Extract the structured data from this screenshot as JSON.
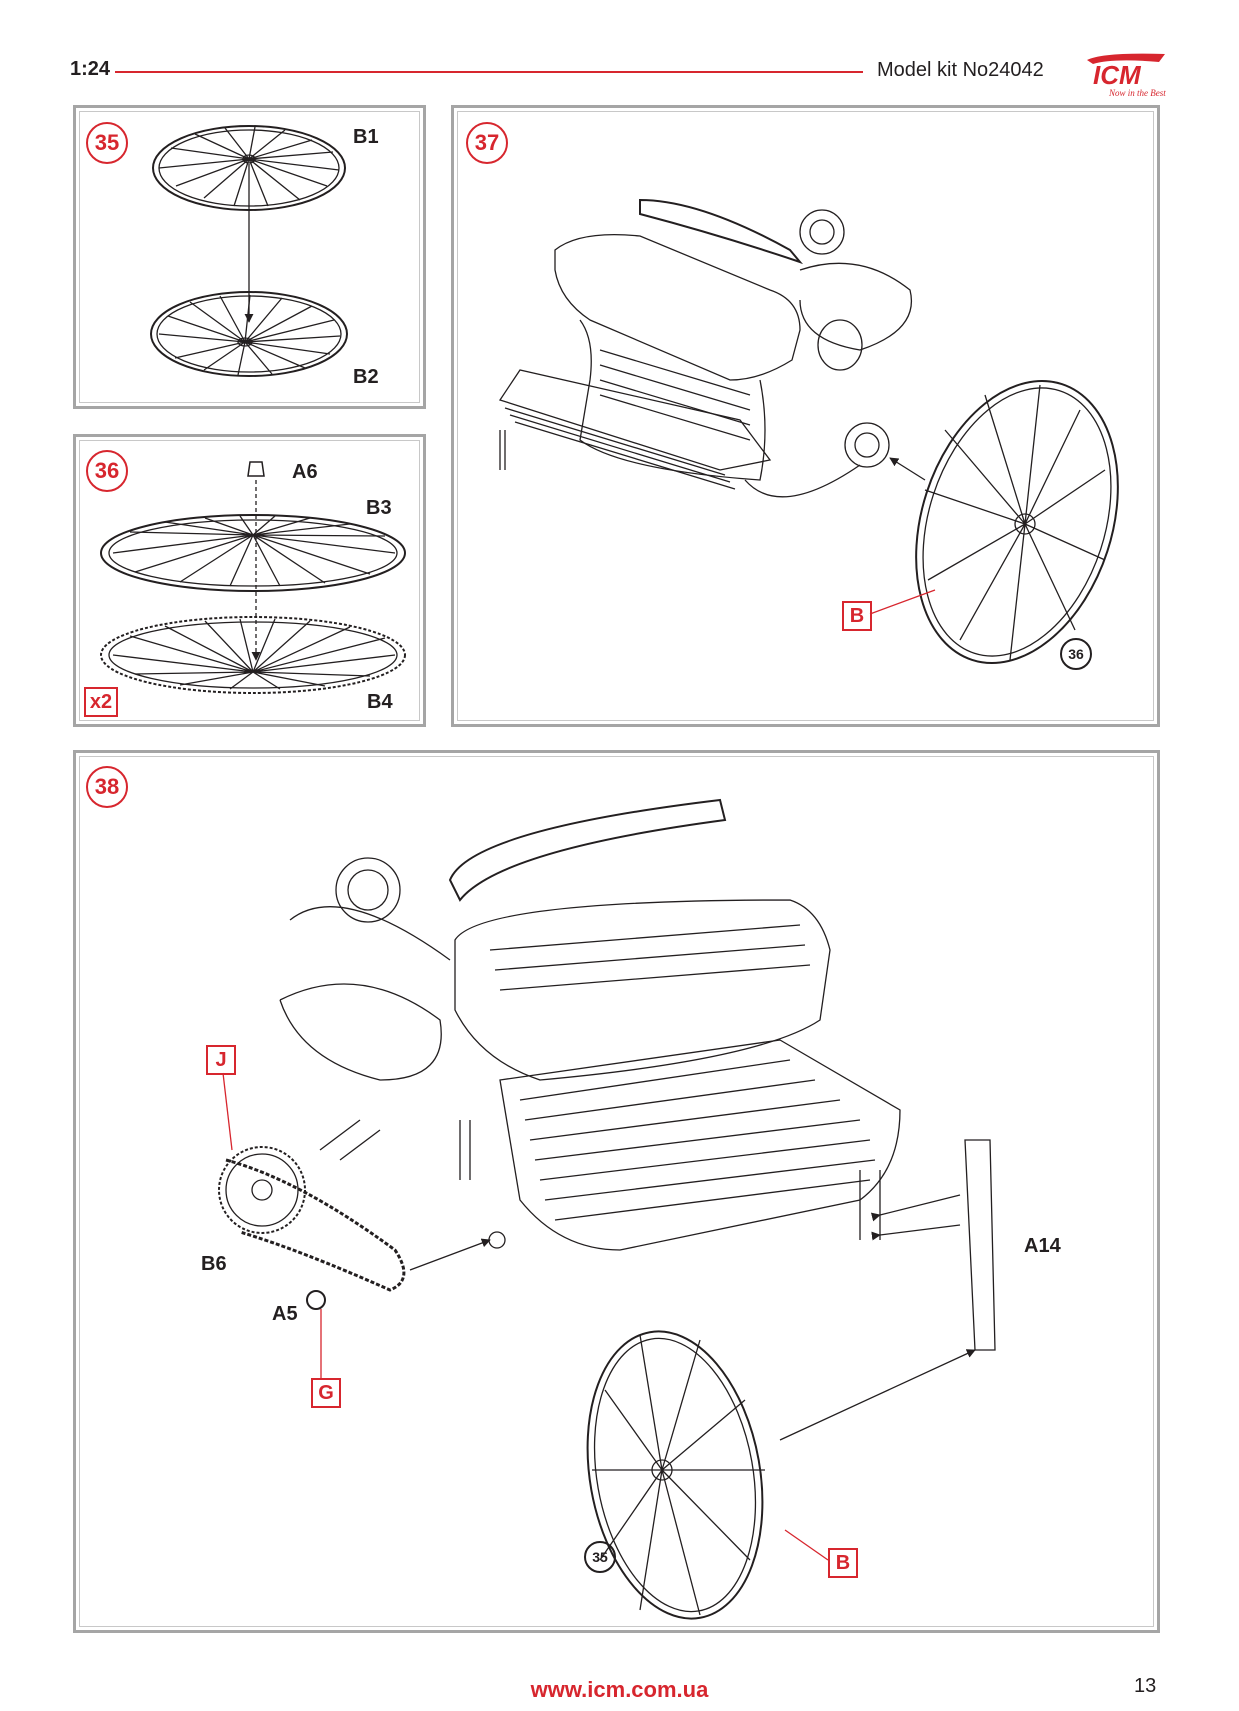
{
  "header": {
    "scale": "1:24",
    "kit": "Model kit No24042"
  },
  "logo": {
    "text": "ICM",
    "slogan": "Now in the Best",
    "color": "#d7262e"
  },
  "steps": {
    "s35": {
      "number": "35",
      "parts": {
        "b1": "B1",
        "b2": "B2"
      }
    },
    "s36": {
      "number": "36",
      "parts": {
        "a6": "A6",
        "b3": "B3",
        "b4": "B4"
      },
      "multiplier": "x2"
    },
    "s37": {
      "number": "37",
      "label_b": "B",
      "ref": "36"
    },
    "s38": {
      "number": "38",
      "label_j": "J",
      "label_g": "G",
      "label_b": "B",
      "ref": "35",
      "parts": {
        "b6": "B6",
        "a5": "A5",
        "a14": "A14"
      }
    }
  },
  "footer": {
    "url": "www.icm.com.ua",
    "page": "13"
  },
  "colors": {
    "accent": "#d7262e",
    "frame": "#a5a5a5",
    "ink": "#231f20"
  }
}
